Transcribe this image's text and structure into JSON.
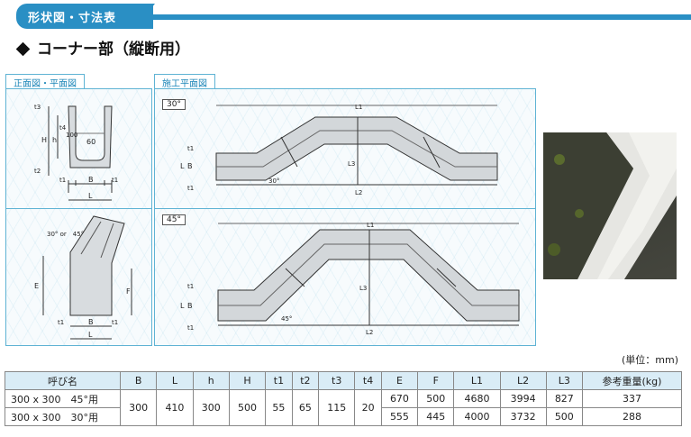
{
  "header": {
    "tab_label": "形状図・寸法表"
  },
  "section": {
    "title": "コーナー部（縦断用）"
  },
  "panels": {
    "left_label": "正面図・平面図",
    "right_label": "施工平面図"
  },
  "diagram_labels": {
    "angle_30": "30°",
    "angle_45": "45°",
    "angle_30_or_45": "30° or　45°",
    "radius": "60",
    "dims": {
      "H": "H",
      "h": "h",
      "t1": "t1",
      "t2": "t2",
      "t3": "t3",
      "t4": "t4",
      "B": "B",
      "L": "L",
      "E": "E",
      "F": "F",
      "L1": "L1",
      "L2": "L2",
      "L3": "L3",
      "val_100": "100"
    }
  },
  "unit_note": "(単位：mm)",
  "table": {
    "headers": [
      "呼び名",
      "B",
      "L",
      "h",
      "H",
      "t1",
      "t2",
      "t3",
      "t4",
      "E",
      "F",
      "L1",
      "L2",
      "L3",
      "参考重量(kg)"
    ],
    "shared": {
      "B": "300",
      "L": "410",
      "h": "300",
      "H": "500",
      "t1": "55",
      "t2": "65",
      "t3": "115",
      "t4": "20"
    },
    "rows": [
      {
        "name": "300 x 300　45°用",
        "E": "670",
        "F": "500",
        "L1": "4680",
        "L2": "3994",
        "L3": "827",
        "weight": "337"
      },
      {
        "name": "300 x 300　30°用",
        "E": "555",
        "F": "445",
        "L1": "4000",
        "L2": "3732",
        "L3": "500",
        "weight": "288"
      }
    ]
  },
  "colors": {
    "accent": "#2a8fc4",
    "panel_border": "#5fb3d4",
    "table_header": "#d9ecf6"
  }
}
